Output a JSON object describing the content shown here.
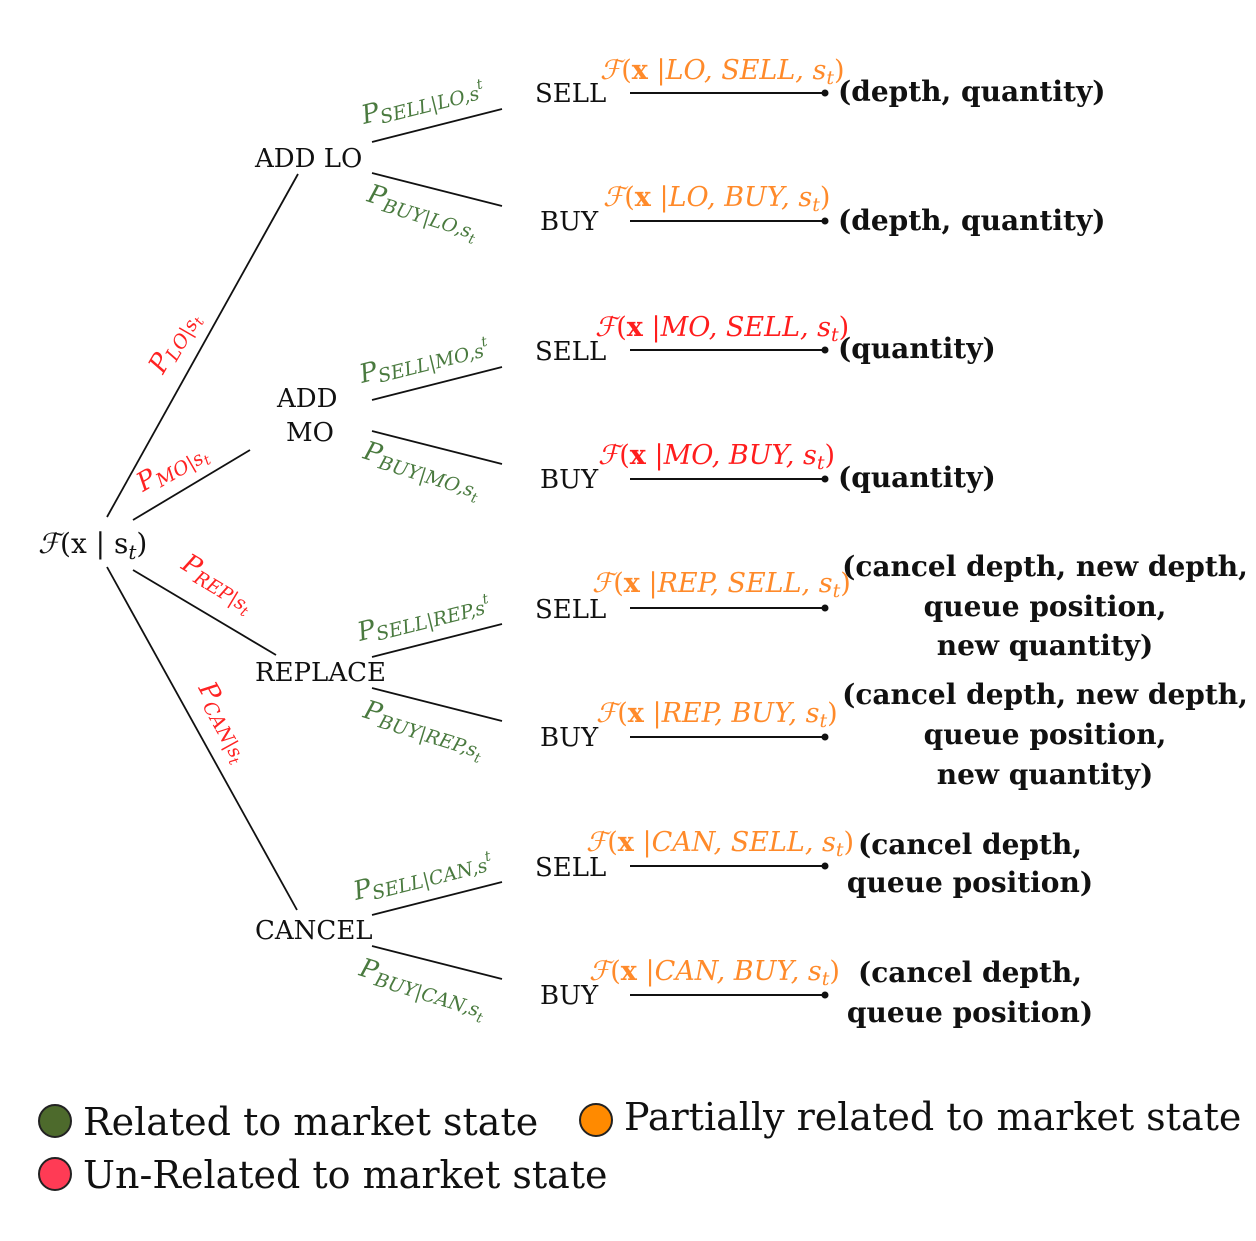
{
  "root": {
    "label": "ℱ(x | sₜ)",
    "func_script": "ℱ",
    "arg": "(x | s",
    "sub": "t",
    "close": ")"
  },
  "level1": {
    "add_lo": "ADD LO",
    "add_mo_line1": "ADD",
    "add_mo_line2": "MO",
    "replace": "REPLACE",
    "cancel": "CANCEL"
  },
  "root_probs": {
    "lo": {
      "main": "P",
      "sub": "LO|s",
      "subsub": "t"
    },
    "mo": {
      "main": "P",
      "sub": "MO|s",
      "subsub": "t"
    },
    "rep": {
      "main": "P",
      "sub": "REP|s",
      "subsub": "t"
    },
    "can": {
      "main": "P",
      "sub": "CAN|s",
      "subsub": "t"
    }
  },
  "side_probs": {
    "lo_sell": {
      "main": "P",
      "sub": "SELL|LO,s",
      "subsub": "t"
    },
    "lo_buy": {
      "main": "P",
      "sub": "BUY|LO,s",
      "subsub": "t"
    },
    "mo_sell": {
      "main": "P",
      "sub": "SELL|MO,s",
      "subsub": "t"
    },
    "mo_buy": {
      "main": "P",
      "sub": "BUY|MO,s",
      "subsub": "t"
    },
    "rep_sell": {
      "main": "P",
      "sub": "SELL|REP,s",
      "subsub": "t"
    },
    "rep_buy": {
      "main": "P",
      "sub": "BUY|REP,s",
      "subsub": "t"
    },
    "can_sell": {
      "main": "P",
      "sub": "SELL|CAN,s",
      "subsub": "t"
    },
    "can_buy": {
      "main": "P",
      "sub": "BUY|CAN,s",
      "subsub": "t"
    }
  },
  "sides": {
    "sell": "SELL",
    "buy": "BUY"
  },
  "funcs": {
    "lo_sell": {
      "script": "ℱ",
      "open": "(",
      "x": "x",
      "args": " |LO, SELL, s",
      "sub": "t",
      "close": ")"
    },
    "lo_buy": {
      "script": "ℱ",
      "open": "(",
      "x": "x",
      "args": " |LO, BUY, s",
      "sub": "t",
      "close": ")"
    },
    "mo_sell": {
      "script": "ℱ",
      "open": "(",
      "x": "x",
      "args": " |MO, SELL, s",
      "sub": "t",
      "close": ")"
    },
    "mo_buy": {
      "script": "ℱ",
      "open": "(",
      "x": "x",
      "args": " |MO, BUY, s",
      "sub": "t",
      "close": ")"
    },
    "rep_sell": {
      "script": "ℱ",
      "open": "(",
      "x": "x",
      "args": " |REP, SELL, s",
      "sub": "t",
      "close": ")"
    },
    "rep_buy": {
      "script": "ℱ",
      "open": "(",
      "x": "x",
      "args": " |REP, BUY, s",
      "sub": "t",
      "close": ")"
    },
    "can_sell": {
      "script": "ℱ",
      "open": "(",
      "x": "x",
      "args": " |CAN, SELL, s",
      "sub": "t",
      "close": ")"
    },
    "can_buy": {
      "script": "ℱ",
      "open": "(",
      "x": "x",
      "args": " |CAN, BUY, s",
      "sub": "t",
      "close": ")"
    }
  },
  "outputs": {
    "lo_sell": [
      "(depth, quantity)"
    ],
    "lo_buy": [
      "(depth, quantity)"
    ],
    "mo_sell": [
      "(quantity)"
    ],
    "mo_buy": [
      "(quantity)"
    ],
    "rep_sell": [
      "(cancel depth, new depth,",
      "queue position,",
      "new quantity)"
    ],
    "rep_buy": [
      "(cancel depth, new depth,",
      "queue position,",
      "new quantity)"
    ],
    "can_sell": [
      "(cancel depth,",
      "queue position)"
    ],
    "can_buy": [
      "(cancel depth,",
      "queue position)"
    ]
  },
  "legend": {
    "green": {
      "label": "Related to market state",
      "color": "#4d6a2c"
    },
    "orange": {
      "label": "Partially related to market state",
      "color": "#ff8a00"
    },
    "red": {
      "label": "Un-Related to market state",
      "color": "#ff3b55"
    }
  },
  "colors": {
    "green_text": "#4a7a3f",
    "red_text": "#ff2222",
    "orange_text": "#ff8a2a",
    "line": "#111111"
  }
}
